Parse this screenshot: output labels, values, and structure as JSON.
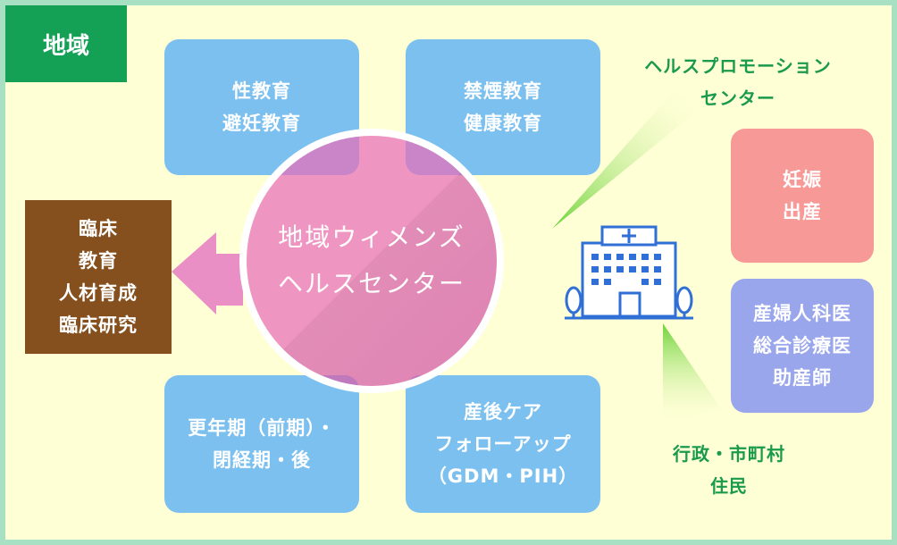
{
  "header": {
    "region_label": "地域"
  },
  "center": {
    "line1": "地域ウィメンズ",
    "line2": "ヘルスセンター"
  },
  "boxes": {
    "top_left": [
      "性教育",
      "避妊教育"
    ],
    "top_right": [
      "禁煙教育",
      "健康教育"
    ],
    "bottom_left": [
      "更年期（前期）・",
      "閉経期・後"
    ],
    "bottom_right": [
      "産後ケア",
      "フォローアップ",
      "（GDM・PIH）"
    ],
    "pregnancy": [
      "妊娠",
      "出産"
    ],
    "medical": [
      "産婦人科医",
      "総合診療医",
      "助産師"
    ],
    "clinical": [
      "臨床",
      "教育",
      "人材育成",
      "臨床研究"
    ]
  },
  "labels": {
    "health_promotion": [
      "ヘルスプロモーション",
      "センター"
    ],
    "admin": [
      "行政・市町村",
      "住民"
    ]
  },
  "colors": {
    "background": "#ffffd6",
    "border": "#a8e0c4",
    "tag": "#14a055",
    "box_blue": "#7cc0f0",
    "box_pink": "#f79a97",
    "box_purple": "#9aa6ec",
    "box_brown": "#85501d",
    "accent_green": "#1a9a4c",
    "arrow_pink": "#e98fc6",
    "hospital_blue": "#2f6fd6"
  },
  "icons": [
    "hospital-icon",
    "cross-icon",
    "tree-icon"
  ]
}
